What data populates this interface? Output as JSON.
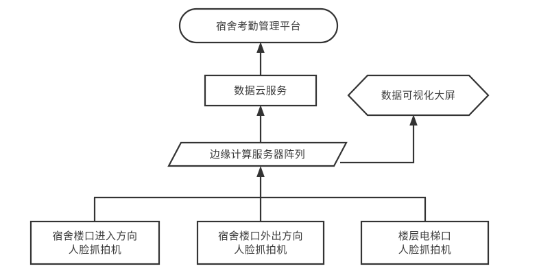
{
  "diagram": {
    "type": "flowchart",
    "direction": "bottom-to-top",
    "background_color": "#ffffff",
    "stroke_color": "#333333",
    "text_color": "#3b3b3b",
    "nodes": [
      {
        "id": "platform",
        "shape": "rounded-rectangle",
        "label": "宿舍考勤管理平台",
        "lines": [
          "宿舍考勤管理平台"
        ]
      },
      {
        "id": "cloud-service",
        "shape": "rectangle",
        "label": "数据云服务",
        "lines": [
          "数据云服务"
        ]
      },
      {
        "id": "visualization-screen",
        "shape": "hexagon",
        "label": "数据可视化大屏",
        "lines": [
          "数据可视化大屏"
        ]
      },
      {
        "id": "edge-server-array",
        "shape": "parallelogram",
        "label": "边缘计算服务器阵列",
        "lines": [
          "边缘计算服务器阵列"
        ]
      },
      {
        "id": "camera-entry",
        "shape": "rectangle",
        "label": "宿舍楼口进入方向人脸抓拍机",
        "lines": [
          "宿舍楼口进入方向",
          "人脸抓拍机"
        ]
      },
      {
        "id": "camera-exit",
        "shape": "rectangle",
        "label": "宿舍楼口外出方向人脸抓拍机",
        "lines": [
          "宿舍楼口外出方向",
          "人脸抓拍机"
        ]
      },
      {
        "id": "camera-elevator",
        "shape": "rectangle",
        "label": "楼层电梯口人脸抓拍机",
        "lines": [
          "楼层电梯口",
          "人脸抓拍机"
        ]
      }
    ],
    "edges": [
      {
        "from": "cloud-service",
        "to": "platform",
        "arrow": true
      },
      {
        "from": "edge-server-array",
        "to": "cloud-service",
        "arrow": true
      },
      {
        "from": "edge-server-array",
        "to": "visualization-screen",
        "arrow": true
      },
      {
        "from": "camera-entry",
        "to": "edge-server-array",
        "arrow": true
      },
      {
        "from": "camera-exit",
        "to": "edge-server-array",
        "arrow": true
      },
      {
        "from": "camera-elevator",
        "to": "edge-server-array",
        "arrow": true
      }
    ]
  }
}
